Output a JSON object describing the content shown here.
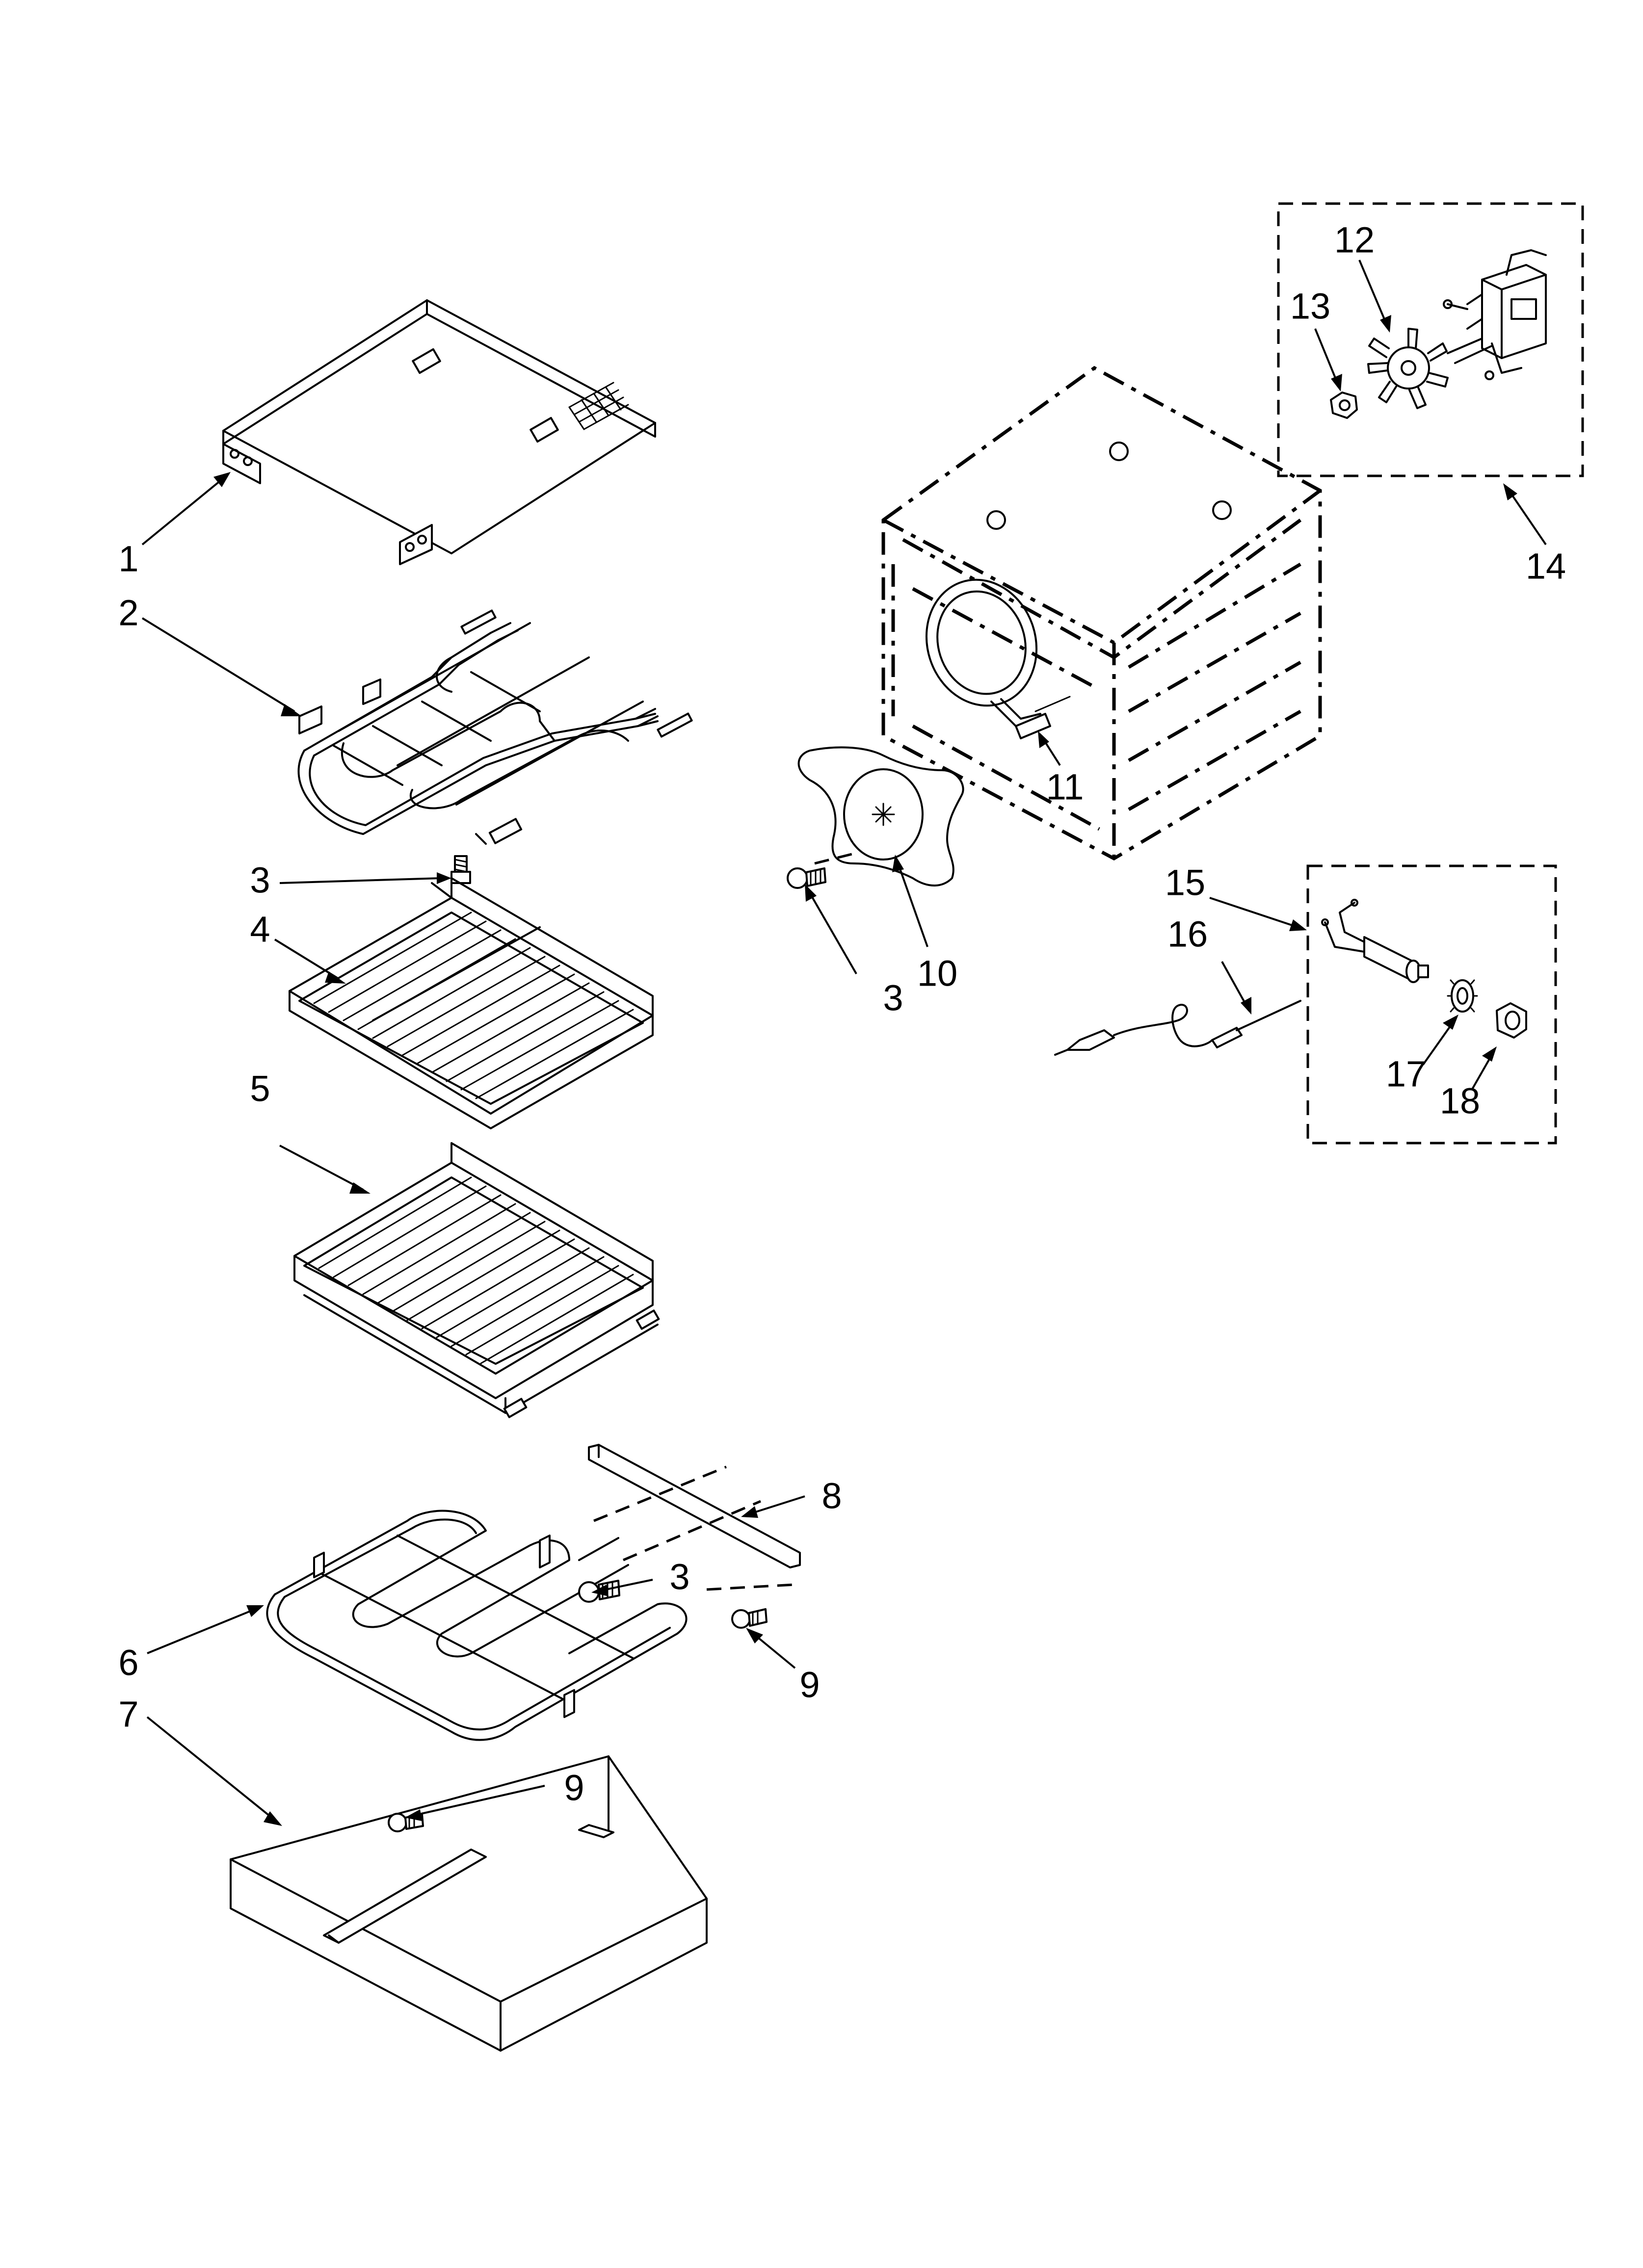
{
  "diagram": {
    "callouts": [
      {
        "id": "c1",
        "text": "1"
      },
      {
        "id": "c2",
        "text": "2"
      },
      {
        "id": "c3a",
        "text": "3"
      },
      {
        "id": "c4",
        "text": "4"
      },
      {
        "id": "c5",
        "text": "5"
      },
      {
        "id": "c6",
        "text": "6"
      },
      {
        "id": "c7",
        "text": "7"
      },
      {
        "id": "c8",
        "text": "8"
      },
      {
        "id": "c3b",
        "text": "3"
      },
      {
        "id": "c9a",
        "text": "9"
      },
      {
        "id": "c9b",
        "text": "9"
      },
      {
        "id": "c3c",
        "text": "3"
      },
      {
        "id": "c10",
        "text": "10"
      },
      {
        "id": "c11",
        "text": "11"
      },
      {
        "id": "c12",
        "text": "12"
      },
      {
        "id": "c13",
        "text": "13"
      },
      {
        "id": "c14",
        "text": "14"
      },
      {
        "id": "c15",
        "text": "15"
      },
      {
        "id": "c16",
        "text": "16"
      },
      {
        "id": "c17",
        "text": "17"
      },
      {
        "id": "c18",
        "text": "18"
      }
    ]
  }
}
